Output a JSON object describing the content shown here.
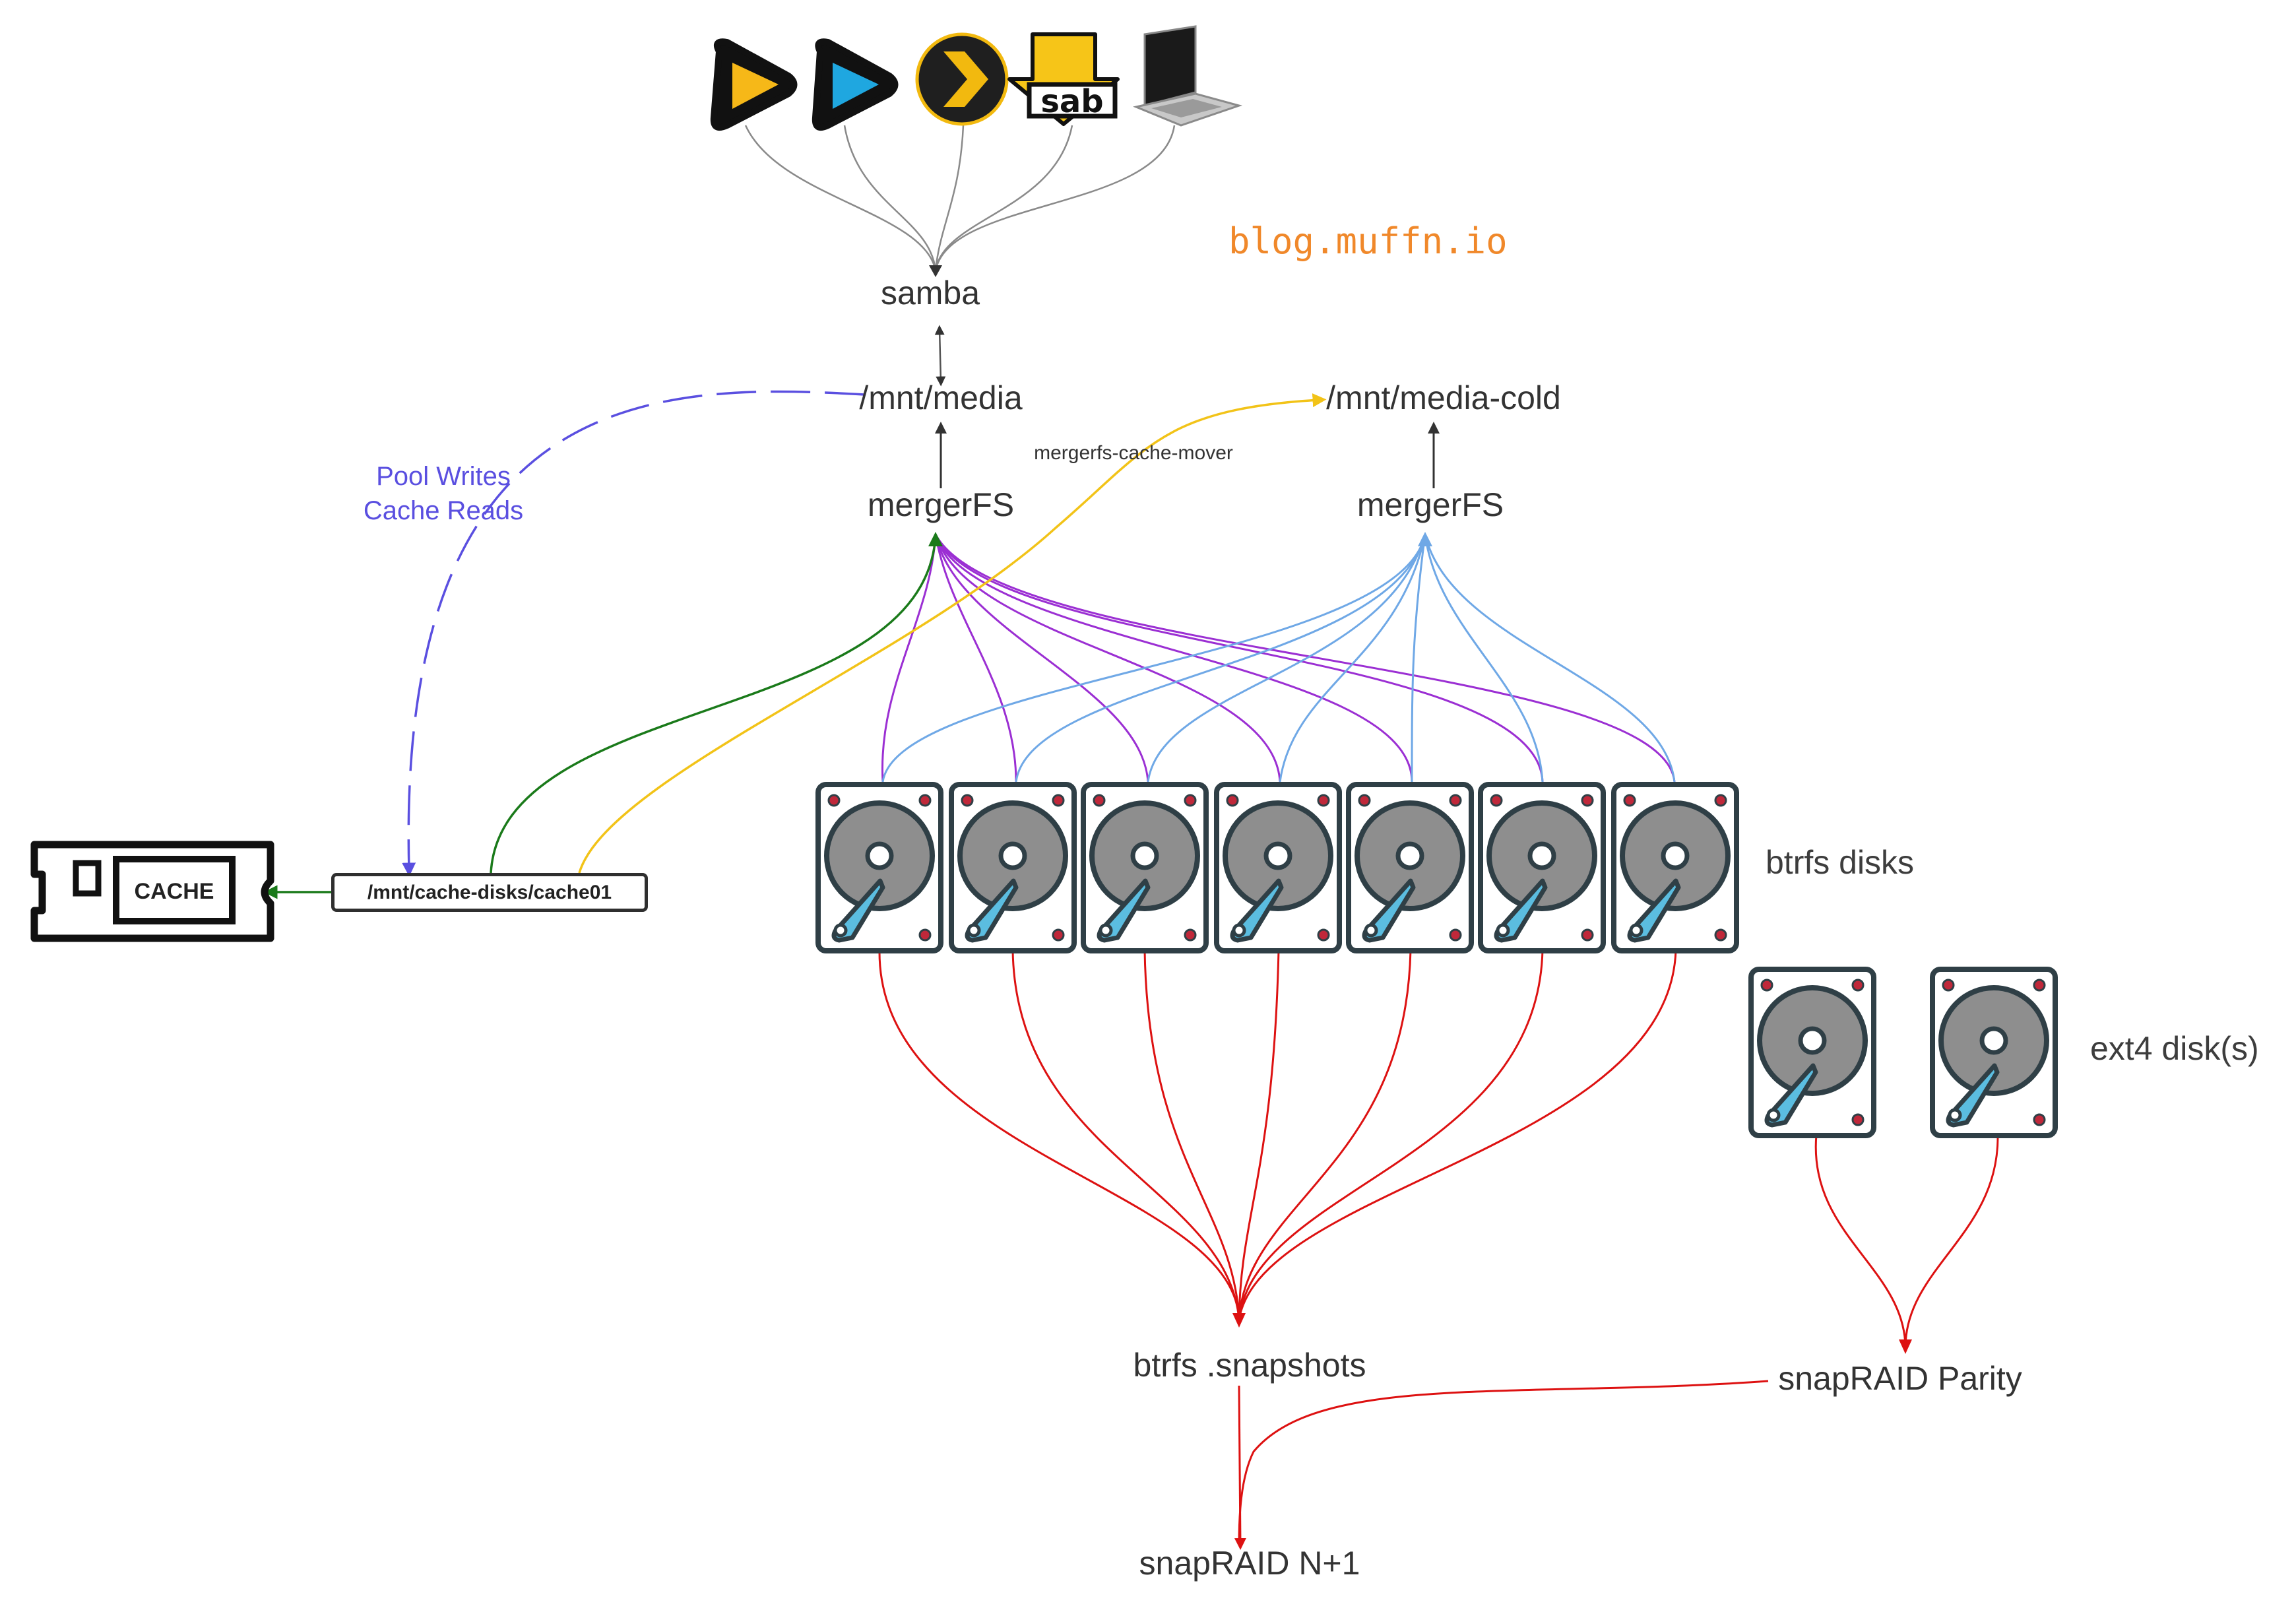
{
  "watermark": "blog.muffn.io",
  "labels": {
    "samba": "samba",
    "mnt_media": "/mnt/media",
    "mnt_media_cold": "/mnt/media-cold",
    "mergerfs_left": "mergerFS",
    "mergerfs_right": "mergerFS",
    "cache_mover": "mergerfs-cache-mover",
    "pool_writes": "Pool Writes",
    "cache_reads": "Cache Reads",
    "cache_disk_path": "/mnt/cache-disks/cache01",
    "cache_card": "CACHE",
    "btrfs_disks": "btrfs disks",
    "ext4_disks": "ext4 disk(s)",
    "btrfs_snapshots": "btrfs .snapshots",
    "snapraid_parity": "snapRAID Parity",
    "snapraid_n1": "snapRAID N+1"
  },
  "clients": [
    {
      "name": "emby-icon"
    },
    {
      "name": "jellyfin-icon"
    },
    {
      "name": "plex-icon"
    },
    {
      "name": "sabnzbd-icon",
      "text": "sab"
    },
    {
      "name": "laptop-icon"
    }
  ],
  "colors": {
    "gray_line": "#8a8a8a",
    "purple_line": "#9b2fd3",
    "blue_line": "#6fa8e6",
    "red_line": "#dd1111",
    "green_line": "#1a7a1a",
    "yellow_line": "#f2c318",
    "dashed_line": "#5a4fe0",
    "watermark": "#f0882a",
    "disk_platter": "#8e8e8e",
    "disk_arm": "#5bbde0"
  },
  "btrfs_disk_count": 7,
  "ext4_disk_count": 2
}
